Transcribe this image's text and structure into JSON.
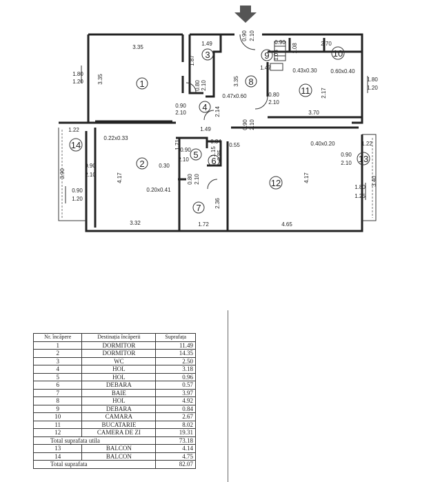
{
  "rooms": [
    {
      "no": "1",
      "label_pos": "r1"
    },
    {
      "no": "2"
    },
    {
      "no": "3"
    },
    {
      "no": "4"
    },
    {
      "no": "5"
    },
    {
      "no": "6"
    },
    {
      "no": "7"
    },
    {
      "no": "8"
    },
    {
      "no": "9"
    },
    {
      "no": "10"
    },
    {
      "no": "11"
    },
    {
      "no": "12"
    },
    {
      "no": "13"
    },
    {
      "no": "14"
    }
  ],
  "dims": {
    "d335h": "3.35",
    "d335v": "3.35",
    "d149a": "1.49",
    "d187": "1.87",
    "d090a": "0.90",
    "d210a": "2.10",
    "d270": "2.70",
    "d108": "1.08",
    "d147": "1.47",
    "d043": "0.43x0.30",
    "d060": "0.60x0.40",
    "d180a": "1.80",
    "d120a": "1.20",
    "d180b": "1.80",
    "d120b": "1.20",
    "d080a": "0.80",
    "d210b": "2.10",
    "d335c": "3.35",
    "d047": "0.47x0.60",
    "d080b": "0.80",
    "d210c": "2.10",
    "d217": "2.17",
    "d090b": "0.90",
    "d210d": "2.10",
    "d214": "2.14",
    "d370": "3.70",
    "d149b": "1.49",
    "d090c": "0.90",
    "d210e": "2.10",
    "d122a": "1.22",
    "d022": "0.22x0.33",
    "d171": "1.71",
    "d090d": "0.90",
    "d210f": "2.10",
    "d084": "0.84",
    "d155": "0.55",
    "d115": "1.15",
    "d085": "0.85",
    "d040": "0.40x0.20",
    "d122b": "1.22",
    "d090e": "0.90",
    "d210g": "2.10",
    "d030": "0.30",
    "d090f": "0.90",
    "d210h": "2.10",
    "d390": "3.90",
    "d417a": "4.17",
    "d417b": "4.17",
    "d020": "0.20x0.41",
    "d080c": "0.80",
    "d210i": "2.10",
    "d236": "2.36",
    "d090g": "0.90",
    "d120c": "1.20",
    "d180c": "1.80",
    "d125": "1.25",
    "d340": "3.40",
    "d332": "3.32",
    "d172": "1.72",
    "d465": "4.65",
    "d090h": "0.90",
    "d210j": "2.10"
  },
  "table": {
    "headers": [
      "Nr. încăpere",
      "Destinația încăperii",
      "Suprafața"
    ],
    "rows": [
      [
        "1",
        "DORMITOR",
        "11.49"
      ],
      [
        "2",
        "DORMITOR",
        "14.35"
      ],
      [
        "3",
        "WC",
        "2.50"
      ],
      [
        "4",
        "HOL",
        "3.18"
      ],
      [
        "5",
        "HOL",
        "0.96"
      ],
      [
        "6",
        "DEBARA",
        "0.57"
      ],
      [
        "7",
        "BAIE",
        "3.97"
      ],
      [
        "8",
        "HOL",
        "4.92"
      ],
      [
        "9",
        "DEBARA",
        "0.84"
      ],
      [
        "10",
        "CAMARA",
        "2.67"
      ],
      [
        "11",
        "BUCATARIE",
        "8.02"
      ],
      [
        "12",
        "CAMERA DE ZI",
        "19.31"
      ]
    ],
    "total_util_label": "Total suprafata utila",
    "total_util_value": "73.18",
    "balcony_rows": [
      [
        "13",
        "BALCON",
        "4.14"
      ],
      [
        "14",
        "BALCON",
        "4.75"
      ]
    ],
    "total_label": "Total suprafata",
    "total_value": "82.07"
  }
}
